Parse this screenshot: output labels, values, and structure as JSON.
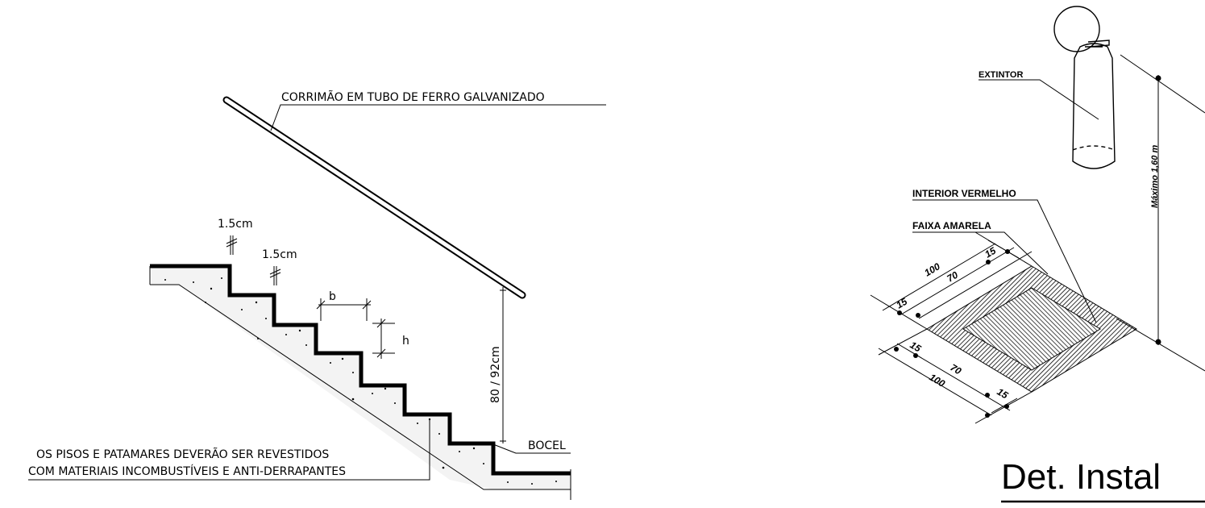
{
  "stair": {
    "handrail_note": "CORRIMÃO EM TUBO DE FERRO GALVANIZADO",
    "gap_1": "1.5cm",
    "gap_2": "1.5cm",
    "tread_label": "b",
    "riser_label": "h",
    "handrail_height": "80 / 92cm",
    "nosing_label": "BOCEL",
    "floor_note_line1": "OS PISOS E PATAMARES DEVERÃO SER REVESTIDOS",
    "floor_note_line2": "COM MATERIAIS INCOMBUSTÍVEIS E ANTI-DERRAPANTES"
  },
  "extinguisher": {
    "extinguisher_label": "EXTINTOR",
    "interior_label": "INTERIOR VERMELHO",
    "band_label": "FAIXA AMARELA",
    "max_height": "Máximo 1,60 m",
    "dim_100_top": "100",
    "dim_70_top": "70",
    "dim_15_top_a": "15",
    "dim_15_top_b": "15",
    "dim_15_bot_a": "15",
    "dim_70_bot": "70",
    "dim_100_bot": "100",
    "dim_15_bot_b": "15"
  },
  "section_title": "Det. Instal"
}
